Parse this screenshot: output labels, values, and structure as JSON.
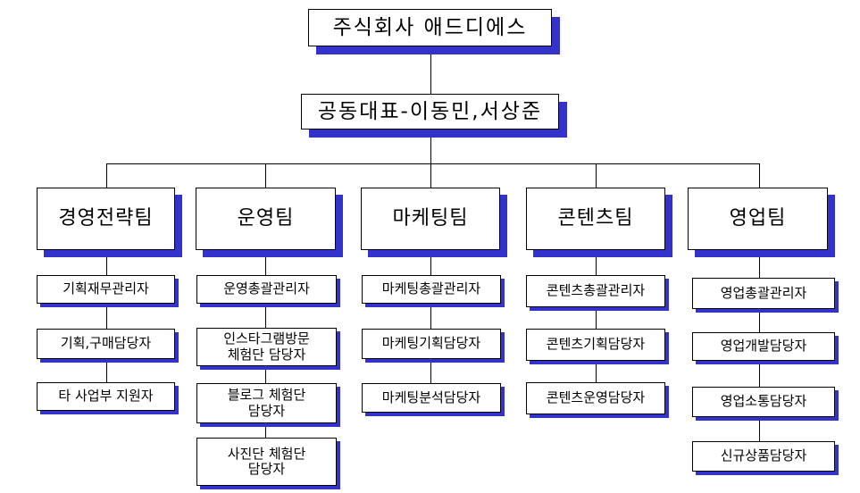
{
  "company": "주식회사 애드디에스",
  "ceo": "공동대표-이동민,서상준",
  "teams": [
    {
      "name": "경영전략팀",
      "roles": [
        "기획재무관리자",
        "기획,구매담당자",
        "타 사업부 지원자"
      ]
    },
    {
      "name": "운영팀",
      "roles": [
        "운영총괄관리자",
        "인스타그램방문\n체험단 담당자",
        "블로그 체험단\n담당자",
        "사진단 체험단\n담당자"
      ]
    },
    {
      "name": "마케팅팀",
      "roles": [
        "마케팅총괄관리자",
        "마케팅기획담당자",
        "마케팅분석담당자"
      ]
    },
    {
      "name": "콘텐츠팀",
      "roles": [
        "콘텐츠총괄관리자",
        "콘텐츠기획담당자",
        "콘텐츠운영담당자"
      ]
    },
    {
      "name": "영업팀",
      "roles": [
        "영업총괄관리자",
        "영업개발담당자",
        "영업소통담당자",
        "신규상품담당자"
      ]
    }
  ],
  "colors": {
    "shadow": "#3333cc",
    "border": "#000000"
  }
}
